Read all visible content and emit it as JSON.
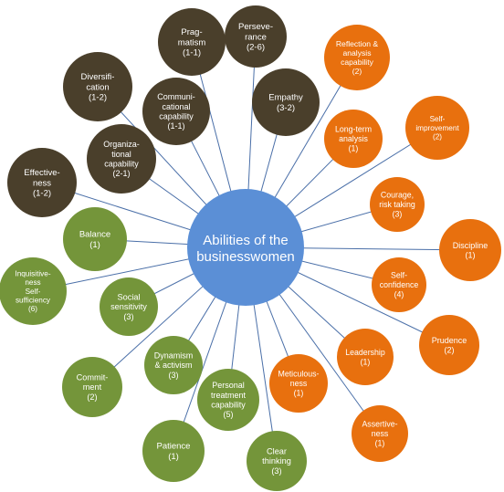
{
  "colors": {
    "dark": "#4a3f2b",
    "orange": "#e8700e",
    "green": "#74953a",
    "center": "#5b8fd6",
    "spoke": "#4a6fa8",
    "node_text": "#ffffff"
  },
  "center": {
    "label_lines": [
      "Abilities of the",
      "businesswomen"
    ]
  },
  "nodes": [
    {
      "id": "pragmatism",
      "group": "dark",
      "lines": [
        "Prag-",
        "matism",
        "(1-1)"
      ]
    },
    {
      "id": "perseverance",
      "group": "dark",
      "lines": [
        "Perseve-",
        "rance",
        "(2-6)"
      ]
    },
    {
      "id": "diversification",
      "group": "dark",
      "lines": [
        "Diversifi-",
        "cation",
        "(1-2)"
      ]
    },
    {
      "id": "communicational-capability",
      "group": "dark",
      "lines": [
        "Communi-",
        "cational",
        "capability",
        "(1-1)"
      ]
    },
    {
      "id": "empathy",
      "group": "dark",
      "lines": [
        "Empathy",
        "(3-2)"
      ]
    },
    {
      "id": "organizational-capability",
      "group": "dark",
      "lines": [
        "Organiza-",
        "tional",
        "capability",
        "(2-1)"
      ]
    },
    {
      "id": "effectiveness",
      "group": "dark",
      "lines": [
        "Effective-",
        "ness",
        "(1-2)"
      ]
    },
    {
      "id": "reflection-analysis",
      "group": "orange",
      "lines": [
        "Reflection &",
        "analysis",
        "capability",
        "(2)"
      ]
    },
    {
      "id": "long-term-analysis",
      "group": "orange",
      "lines": [
        "Long-term",
        "analysis",
        "(1)"
      ]
    },
    {
      "id": "self-improvement",
      "group": "orange",
      "lines": [
        "Self-",
        "improvement",
        "(2)"
      ]
    },
    {
      "id": "courage-risk-taking",
      "group": "orange",
      "lines": [
        "Courage,",
        "risk taking",
        "(3)"
      ]
    },
    {
      "id": "discipline",
      "group": "orange",
      "lines": [
        "Discipline",
        "(1)"
      ]
    },
    {
      "id": "self-confidence",
      "group": "orange",
      "lines": [
        "Self-",
        "confidence",
        "(4)"
      ]
    },
    {
      "id": "prudence",
      "group": "orange",
      "lines": [
        "Prudence",
        "(2)"
      ]
    },
    {
      "id": "leadership",
      "group": "orange",
      "lines": [
        "Leadership",
        "(1)"
      ]
    },
    {
      "id": "meticulousness",
      "group": "orange",
      "lines": [
        "Meticulous-",
        "ness",
        "(1)"
      ]
    },
    {
      "id": "assertiveness",
      "group": "orange",
      "lines": [
        "Assertive-",
        "ness",
        "(1)"
      ]
    },
    {
      "id": "balance",
      "group": "green",
      "lines": [
        "Balance",
        "(1)"
      ]
    },
    {
      "id": "inquisitiveness-self-sufficiency",
      "group": "green",
      "lines": [
        "Inquisitive-",
        "ness",
        "Self-",
        "sufficiency",
        "(6)"
      ]
    },
    {
      "id": "social-sensitivity",
      "group": "green",
      "lines": [
        "Social",
        "sensitivity",
        "(3)"
      ]
    },
    {
      "id": "commitment",
      "group": "green",
      "lines": [
        "Commit-",
        "ment",
        "(2)"
      ]
    },
    {
      "id": "dynamism-activism",
      "group": "green",
      "lines": [
        "Dynamism",
        "& activism",
        "(3)"
      ]
    },
    {
      "id": "personal-treatment-capability",
      "group": "green",
      "lines": [
        "Personal",
        "treatment",
        "capability",
        "(5)"
      ]
    },
    {
      "id": "patience",
      "group": "green",
      "lines": [
        "Patience",
        "(1)"
      ]
    },
    {
      "id": "clear-thinking",
      "group": "green",
      "lines": [
        "Clear",
        "thinking",
        "(3)"
      ]
    }
  ]
}
